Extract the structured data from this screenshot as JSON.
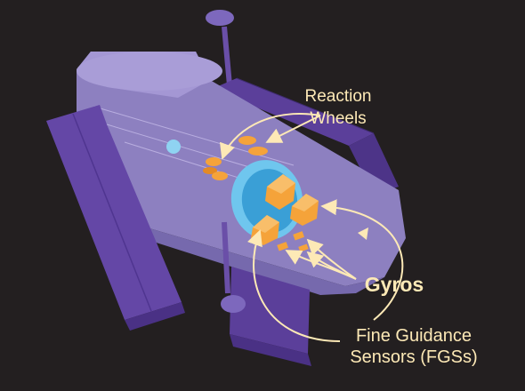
{
  "labels": {
    "reaction_wheels": [
      "Reaction",
      "Wheels"
    ],
    "gyros": "Gyros",
    "fgs": [
      "Fine Guidance",
      "Sensors (FGSs)"
    ]
  },
  "colors": {
    "background": "#231f20",
    "body": "#9b8fc9",
    "solar_panel": "#5b3f9a",
    "component": "#f5a33a",
    "aperture": "#8fd3f2",
    "label": "#fde9b6"
  }
}
